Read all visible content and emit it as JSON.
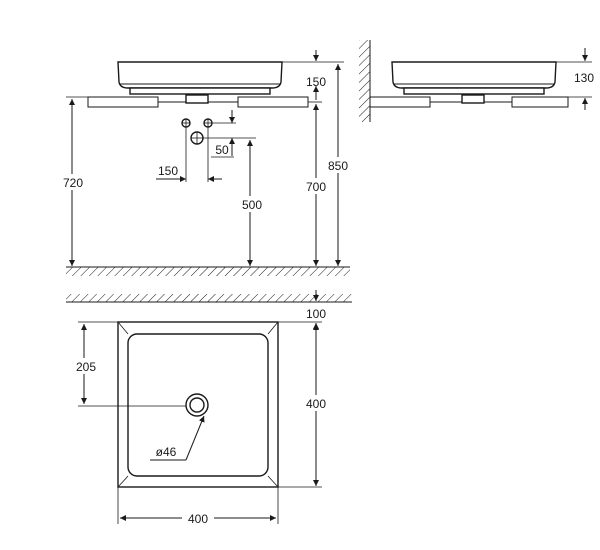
{
  "dimensions": {
    "front_bowl_height": "150",
    "front_total_height": "850",
    "front_counter_height": "700",
    "front_rim_height": "720",
    "front_supply_height": "500",
    "front_supply_spacing": "150",
    "front_supply_offset": "50",
    "side_bowl_height": "130",
    "plan_wall_gap": "100",
    "plan_drain_offset": "205",
    "plan_depth": "400",
    "plan_width": "400",
    "plan_drain_diameter": "ø46"
  }
}
